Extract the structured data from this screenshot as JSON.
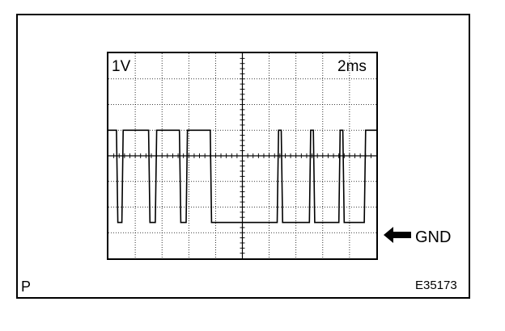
{
  "figure": {
    "volts_per_div": "1V",
    "time_per_div": "2ms",
    "ground_label": "GND",
    "corner_label": "P",
    "figure_id": "E35173"
  },
  "scope": {
    "grid": {
      "h_divisions": 10,
      "v_divisions": 8,
      "subdivisions": 5
    },
    "colors": {
      "grid": "#000000",
      "trace": "#000000",
      "axes": "#000000"
    }
  },
  "chart_data": {
    "type": "line",
    "x_unit": "div",
    "y_unit": "div",
    "xlim": [
      0,
      10
    ],
    "ylim": [
      0,
      8
    ],
    "waveform": [
      [
        0.0,
        5.0
      ],
      [
        0.3,
        5.0
      ],
      [
        0.35,
        1.4
      ],
      [
        0.5,
        1.4
      ],
      [
        0.55,
        5.0
      ],
      [
        1.5,
        5.0
      ],
      [
        1.55,
        1.4
      ],
      [
        1.75,
        1.4
      ],
      [
        1.8,
        5.0
      ],
      [
        2.65,
        5.0
      ],
      [
        2.7,
        1.4
      ],
      [
        2.9,
        1.4
      ],
      [
        2.95,
        5.0
      ],
      [
        3.8,
        5.0
      ],
      [
        3.85,
        1.4
      ],
      [
        6.3,
        1.4
      ],
      [
        6.35,
        5.0
      ],
      [
        6.45,
        5.0
      ],
      [
        6.5,
        1.4
      ],
      [
        7.5,
        1.4
      ],
      [
        7.55,
        5.0
      ],
      [
        7.65,
        5.0
      ],
      [
        7.7,
        1.4
      ],
      [
        8.6,
        1.4
      ],
      [
        8.65,
        5.0
      ],
      [
        8.75,
        5.0
      ],
      [
        8.8,
        1.4
      ],
      [
        9.55,
        1.4
      ],
      [
        9.6,
        5.0
      ],
      [
        10.0,
        5.0
      ]
    ],
    "ground_level": 1.0
  }
}
